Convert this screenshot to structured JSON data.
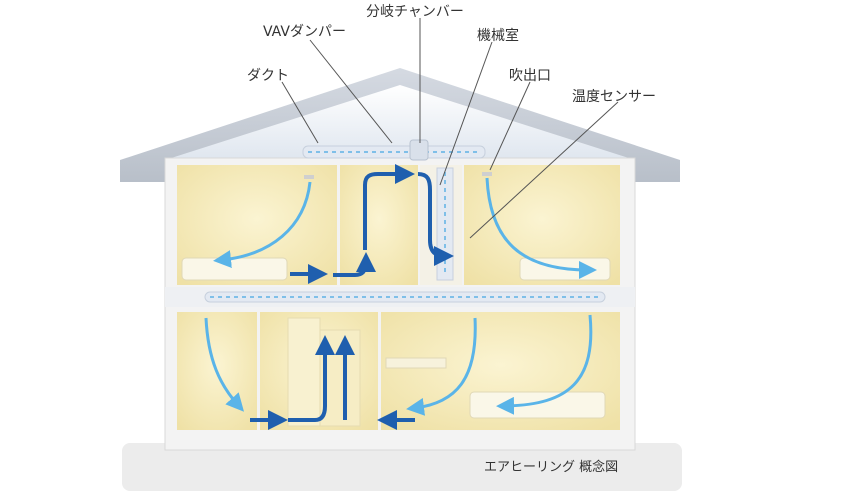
{
  "labels": {
    "branch_chamber": "分岐チャンバー",
    "vav_damper": "VAVダンパー",
    "machine_room": "機械室",
    "duct": "ダクト",
    "outlet": "吹出口",
    "temp_sensor": "温度センサー"
  },
  "caption": "エアヒーリング 概念図",
  "colors": {
    "roof": "#c9ced6",
    "wall": "#ffffff",
    "room": "#f6ecbc",
    "room_dark": "#efe0a3",
    "duct": "#e3e9f2",
    "air_light": "#5ab4e8",
    "air_dark": "#1f5fae",
    "base": "#ececec"
  }
}
